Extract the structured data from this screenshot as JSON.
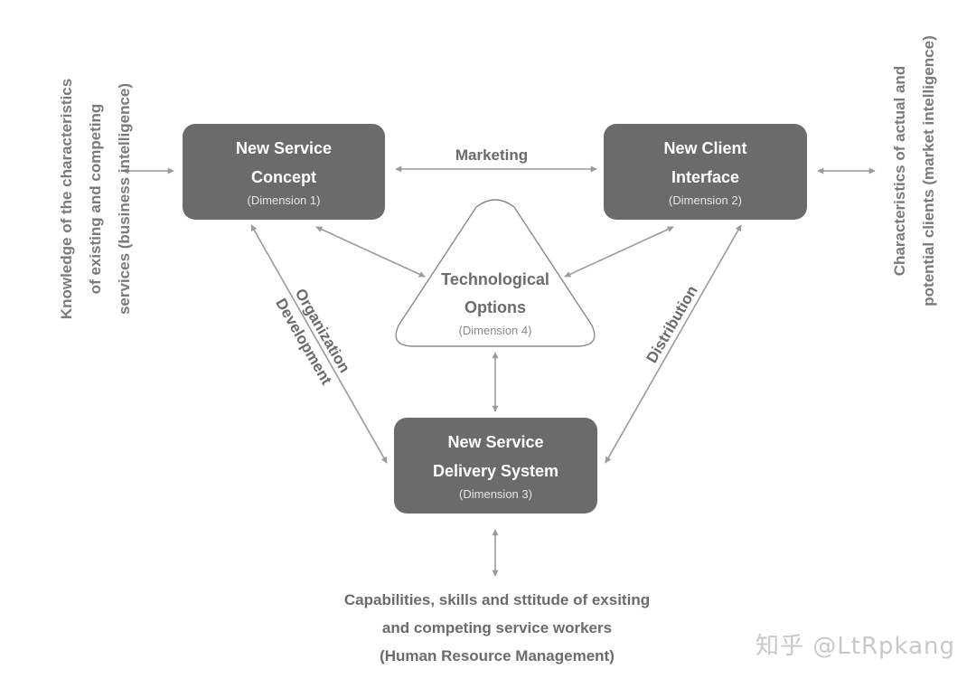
{
  "nodes": {
    "concept": {
      "title_line1": "New Service",
      "title_line2": "Concept",
      "dimension": "(Dimension 1)"
    },
    "interface": {
      "title_line1": "New Client",
      "title_line2": "Interface",
      "dimension": "(Dimension 2)"
    },
    "delivery": {
      "title_line1": "New Service",
      "title_line2": "Delivery System",
      "dimension": "(Dimension 3)"
    },
    "technology": {
      "title_line1": "Technological",
      "title_line2": "Options",
      "dimension": "(Dimension 4)"
    }
  },
  "edges": {
    "marketing": "Marketing",
    "organization_line1": "Organization",
    "organization_line2": "Development",
    "distribution": "Distribution"
  },
  "external": {
    "left_line1": "Knowledge of the characteristics",
    "left_line2": "of existing and competing",
    "left_line3": "services (business intelligence)",
    "right_line1": "Characteristics of actual and",
    "right_line2": "potential clients (market intelligence)",
    "bottom_line1": "Capabilities, skills and sttitude of exsiting",
    "bottom_line2": "and competing service workers",
    "bottom_line3": "(Human Resource Management)"
  },
  "watermark": "知乎 @LtRpkang",
  "colors": {
    "box": "#6b6b6b",
    "arrow": "#9a9a9a",
    "text": "#6b6b6b"
  }
}
